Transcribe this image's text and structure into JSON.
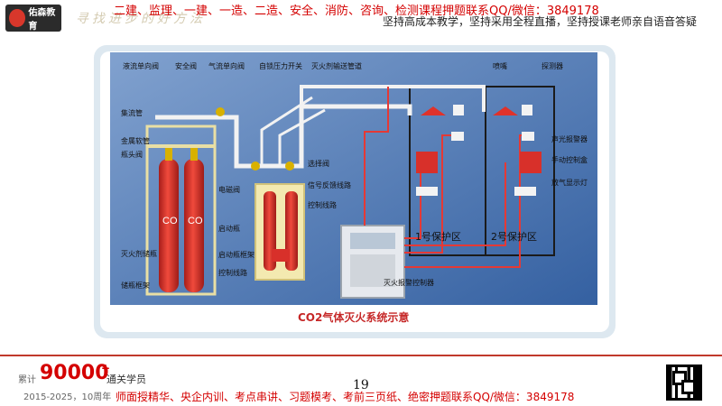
{
  "header": {
    "logo_text": "佑森教育",
    "promo_line": "二建、监理、一建、一造、二造、安全、消防、咨询、检测课程押题联系QQ/微信：3849178",
    "slogan": "寻找进步的好方法",
    "right_line": "坚持高成本教学，坚持采用全程直播，坚持授课老师亲自语音答疑"
  },
  "diagram": {
    "title": "CO2气体灭火系统示意",
    "labels": {
      "liquid_check_valve": "液流单向阀",
      "safety_valve": "安全阀",
      "gas_check_valve": "气流单向阀",
      "pressure_switch": "自锁压力开关",
      "agent_pipe": "灭火剂输送管道",
      "nozzle": "喷嘴",
      "detector": "探测器",
      "manifold": "集流管",
      "metal_hose": "金属软管",
      "bottle_valve": "瓶头阀",
      "agent_cylinder": "灭火剂储瓶",
      "storage_rack": "储瓶框架",
      "solenoid_valve": "电磁阀",
      "selector_valve": "选择阀",
      "signal_feedback": "信号反馈线路",
      "control_line_1": "控制线路",
      "start_cylinder": "启动瓶",
      "start_rack": "启动瓶框架",
      "control_line_2": "控制线路",
      "alarm_controller": "灭火报警控制器",
      "zone_1": "1号保护区",
      "zone_2": "2号保护区",
      "sound_light_alarm": "声光报警器",
      "manual_control_box": "手动控制盒",
      "release_lamp": "放气显示灯",
      "cylinder_mark": "CO"
    }
  },
  "footer": {
    "cumulative_prefix": "累计",
    "cumulative_count": "90000",
    "cumulative_plus": "+",
    "cumulative_suffix": "通关学员",
    "years": "2015-2025，10周年",
    "page_number": "19",
    "promo_line": "师面授精华、央企内训、考点串讲、习题模考、考前三页纸、绝密押题联系QQ/微信：3849178"
  },
  "colors": {
    "accent": "#d40000",
    "diagram_background": "#3d6fb5",
    "cylinder": "#d8302a",
    "pipe": "#f2f2f2",
    "signal_wire": "#e53935"
  }
}
